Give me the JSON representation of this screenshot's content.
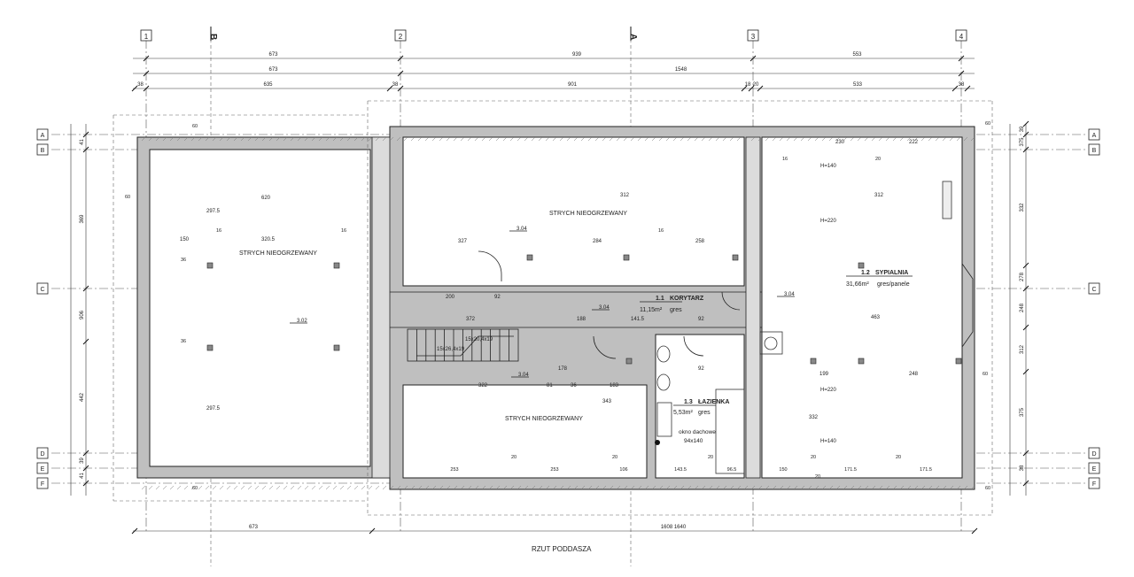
{
  "grid_columns": [
    "1",
    "2",
    "3",
    "4"
  ],
  "grid_rows": [
    "A",
    "B",
    "C",
    "D",
    "E",
    "F"
  ],
  "section_marks": [
    "B",
    "A"
  ],
  "dimensions_top": {
    "row1": [
      "673",
      "939",
      "553"
    ],
    "row2": [
      "673",
      "1548"
    ],
    "row3": [
      "38",
      "635",
      "38",
      "901",
      "18",
      "20",
      "533",
      "38"
    ]
  },
  "dimensions_left": [
    "41",
    "369",
    "906",
    "442",
    "39",
    "41"
  ],
  "dimensions_right": [
    "39",
    "375",
    "332",
    "278",
    "248",
    "312",
    "375",
    "38"
  ],
  "dimensions_bottom": [
    "673",
    "1608 1640"
  ],
  "rooms": [
    {
      "number": "1.1",
      "name": "KORYTARZ",
      "area": "11,15m²",
      "finish": "gres"
    },
    {
      "number": "1.2",
      "name": "SYPIALNIA",
      "area": "31,66m²",
      "finish": "gres/panele"
    },
    {
      "number": "1.3",
      "name": "ŁAZIENKA",
      "area": "5,53m²",
      "finish": "gres"
    }
  ],
  "unheated_attic_label": "STRYCH NIEOGRZEWANY",
  "stairs_labels": [
    "15x20,4x19",
    "15x26,4x19"
  ],
  "window_note": [
    "okno dachowe",
    "94x140"
  ],
  "heights": [
    "H=140",
    "H=220",
    "H=220",
    "H=140"
  ],
  "levels": [
    "3.04",
    "3.04",
    "3.04",
    "3.04",
    "3.02"
  ],
  "interior_dims": [
    "620",
    "150",
    "320.5",
    "297.5",
    "297.5",
    "327",
    "284",
    "258",
    "200",
    "92",
    "372",
    "188",
    "141.5",
    "92",
    "463",
    "322",
    "81",
    "36",
    "183",
    "92",
    "178",
    "199",
    "248",
    "312",
    "312",
    "332",
    "343",
    "230",
    "222"
  ],
  "small_dims": [
    "60",
    "60",
    "16",
    "16",
    "16",
    "16",
    "20",
    "20",
    "20",
    "20",
    "20",
    "20",
    "20",
    "36",
    "36",
    "60",
    "60",
    "60",
    "60"
  ],
  "bottom_inner_dims": [
    "253",
    "253",
    "106",
    "143.5",
    "96.5",
    "150",
    "171.5",
    "171.5"
  ],
  "drawing_title": "RZUT PODDASZA"
}
